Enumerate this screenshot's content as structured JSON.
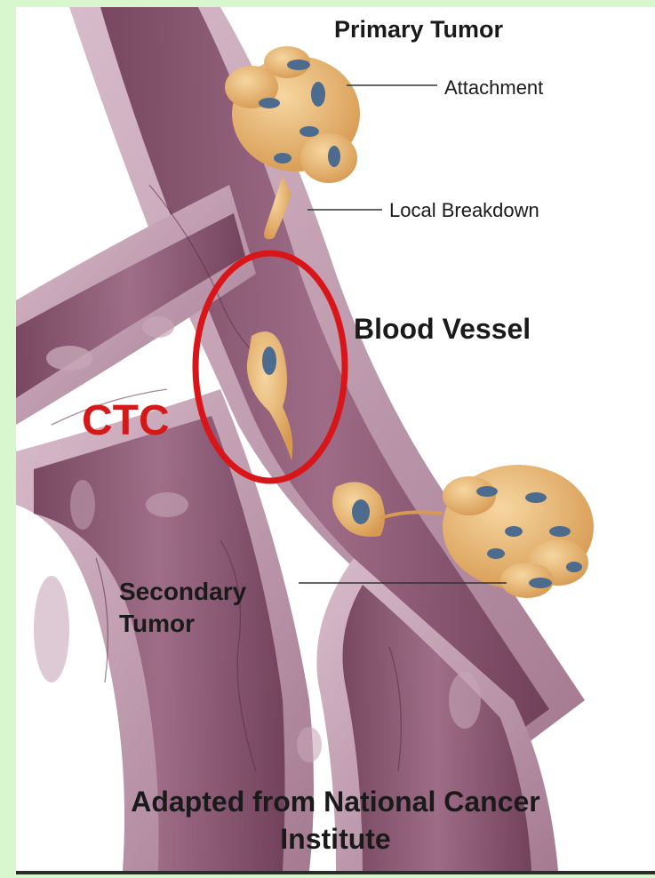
{
  "labels": {
    "primary_tumor": "Primary Tumor",
    "attachment": "Attachment",
    "local_breakdown": "Local Breakdown",
    "blood_vessel": "Blood Vessel",
    "ctc": "CTC",
    "secondary_tumor_line1": "Secondary",
    "secondary_tumor_line2": "Tumor"
  },
  "caption": {
    "line1": "Adapted from National Cancer",
    "line2": "Institute"
  },
  "colors": {
    "page_background": "#d9f7cf",
    "vessel_wall": "#b48aa0",
    "vessel_lumen": "#8e5a74",
    "tumor_cell": "#e8b774",
    "cell_nucleus": "#4d6b8c",
    "highlight_circle": "#d8161a"
  }
}
